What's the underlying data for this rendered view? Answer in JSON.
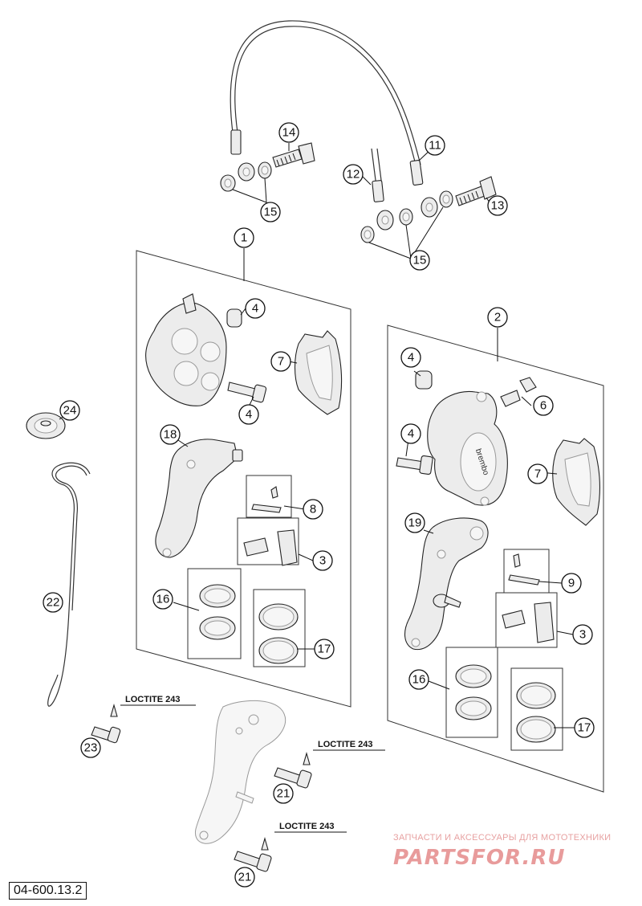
{
  "callouts": {
    "c1": "1",
    "c2": "2",
    "c3a": "3",
    "c3b": "3",
    "c4a": "4",
    "c4b": "4",
    "c4c": "4",
    "c4d": "4",
    "c6": "6",
    "c7a": "7",
    "c7b": "7",
    "c8": "8",
    "c9": "9",
    "c11": "11",
    "c12": "12",
    "c13": "13",
    "c14": "14",
    "c15a": "15",
    "c15b": "15",
    "c16a": "16",
    "c16b": "16",
    "c17a": "17",
    "c17b": "17",
    "c18": "18",
    "c19": "19",
    "c21a": "21",
    "c21b": "21",
    "c22": "22",
    "c23": "23",
    "c24": "24"
  },
  "notes": {
    "loctite_1": "LOCTITE 243",
    "loctite_2": "LOCTITE 243",
    "loctite_3": "LOCTITE 243"
  },
  "caliper_brand": "brembo",
  "watermark": {
    "tagline": "ЗАПЧАСТИ И АКСЕССУАРЫ ДЛЯ МОТОТЕХНИКИ",
    "site": "PARTSFOR.RU"
  },
  "diagram_ref": "04-600.13.2"
}
